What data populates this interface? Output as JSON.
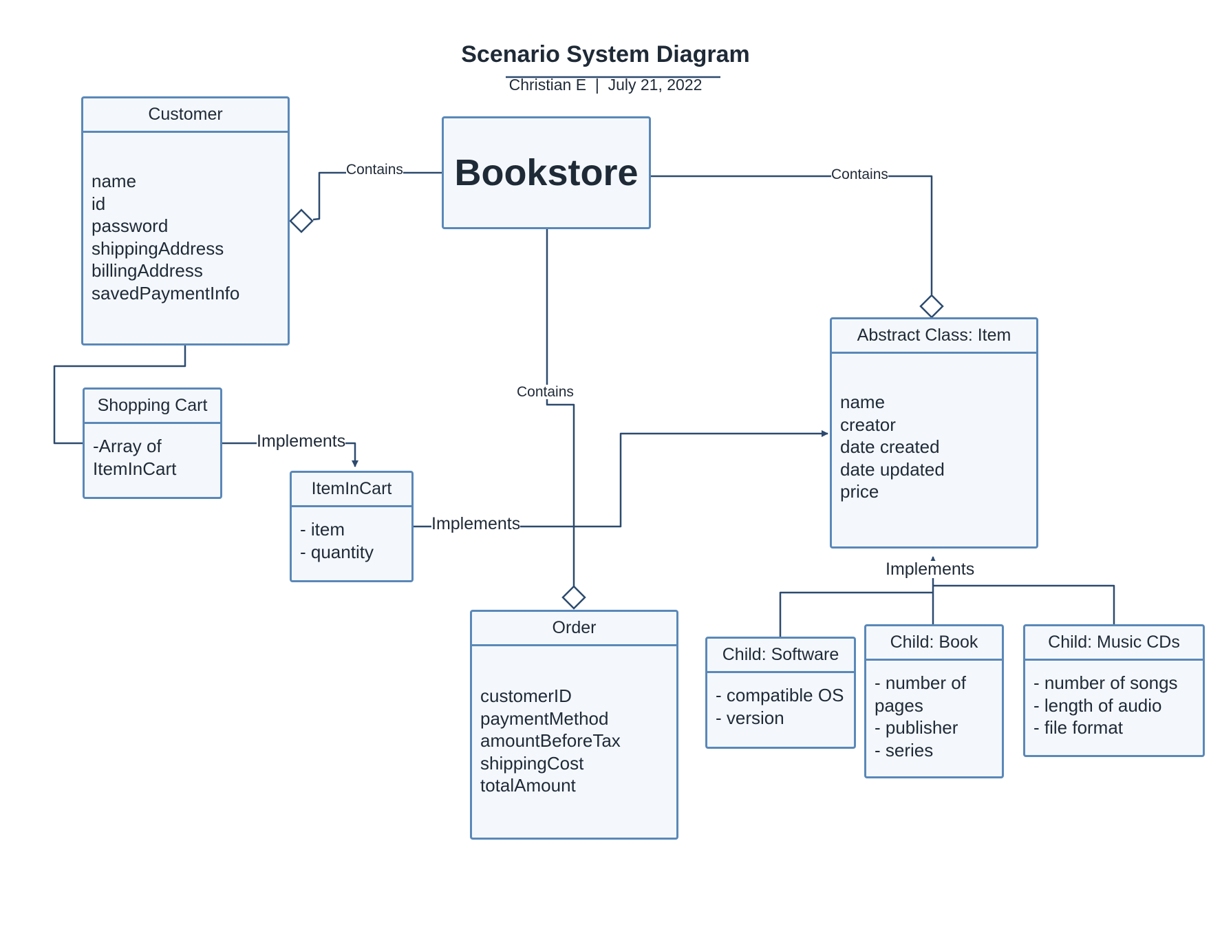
{
  "diagram": {
    "title": "Scenario System Diagram",
    "subtitle": "Christian E  |  July 21, 2022",
    "classes": {
      "customer": {
        "name": "Customer",
        "attributes": [
          "name",
          "id",
          "password",
          "shippingAddress",
          "billingAddress",
          "savedPaymentInfo"
        ]
      },
      "bookstore": {
        "name": "Bookstore"
      },
      "shopping_cart": {
        "name": "Shopping Cart",
        "attributes": [
          "-Array of",
          "ItemInCart"
        ]
      },
      "item_in_cart": {
        "name": "ItemInCart",
        "attributes": [
          "- item",
          "- quantity"
        ]
      },
      "order": {
        "name": "Order",
        "attributes": [
          "customerID",
          "paymentMethod",
          "amountBeforeTax",
          "shippingCost",
          "totalAmount"
        ]
      },
      "item": {
        "name": "Abstract Class: Item",
        "attributes": [
          "name",
          "creator",
          "date created",
          "date updated",
          "price"
        ]
      },
      "software": {
        "name": "Child: Software",
        "attributes": [
          "- compatible OS",
          "- version"
        ]
      },
      "book": {
        "name": "Child: Book",
        "attributes": [
          "- number of",
          "pages",
          "- publisher",
          "- series"
        ]
      },
      "music": {
        "name": "Child: Music CDs",
        "attributes": [
          "- number of songs",
          "- length of audio",
          "- file format"
        ]
      }
    },
    "relationships": {
      "bookstore_customer": "Contains",
      "bookstore_item": "Contains",
      "bookstore_order": "Contains",
      "cart_itemincart": "Implements",
      "itemincart_item": "Implements",
      "children_item": "Implements"
    },
    "colors": {
      "box_border": "#5a88b8",
      "box_fill": "#f4f8fc",
      "connector": "#2c4a6e",
      "text": "#1f2a37"
    }
  }
}
